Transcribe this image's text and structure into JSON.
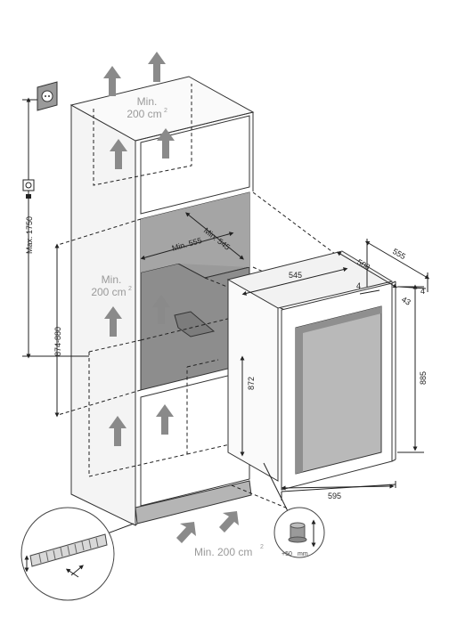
{
  "diagram": {
    "vent_top": {
      "label": "Min.",
      "value": "200 cm",
      "sup": "2"
    },
    "vent_middle": {
      "label": "Min.",
      "value": "200 cm",
      "sup": "2"
    },
    "vent_bottom": {
      "label": "Min. 200 cm",
      "sup": "2"
    },
    "dimensions": {
      "max_socket_height": "Max. 1750",
      "niche_height": "874-880",
      "niche_width_min": "Min. 555",
      "niche_depth_min": "Min. 545",
      "appliance_width": "545",
      "appliance_depth": "508",
      "overall_depth": "555",
      "door_gap": "4",
      "door_gap_right": "4",
      "door_thickness": "43",
      "appliance_height": "872",
      "overall_height": "885",
      "door_width": "595",
      "foot_adjust": "+50",
      "foot_adjust_unit": "mm"
    }
  }
}
